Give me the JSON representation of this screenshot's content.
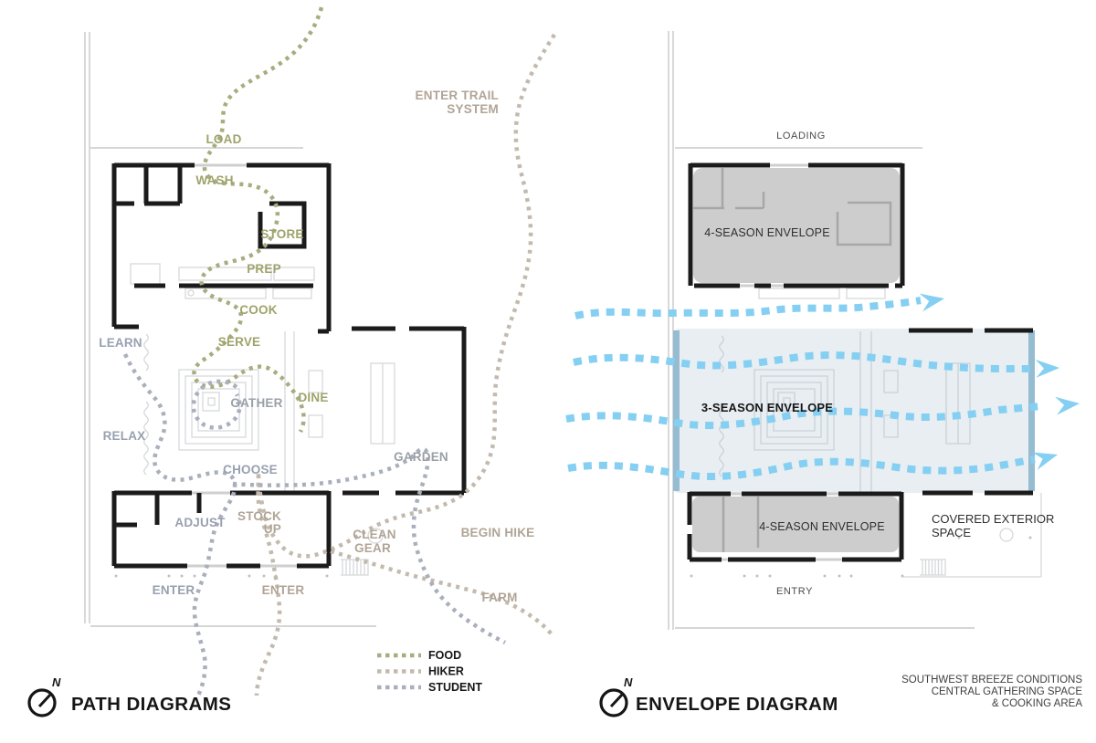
{
  "colors": {
    "food_dots": "#a9ac7e",
    "food_label": "#9fa36b",
    "hiker_dots": "#c3baad",
    "hiker_label": "#b1a496",
    "student_dots": "#a9afbc",
    "student_label": "#98a0b1",
    "neutral_label": "#9aa0a7",
    "breeze": "#84cff2",
    "band_fill": "#e8eef2",
    "band_edge": "#95bcd1",
    "envelope_fill": "#c9c9c9",
    "envelope_line": "#a7a7a7",
    "wall": "#1b1b1b",
    "door": "#cfcfcf",
    "faint": "#d5d8da",
    "faint_band": "#c9d2d9",
    "ink": "#161616",
    "muted_label": "#4b4b4b",
    "dark_label": "#2e2e2e",
    "caption": "#3f3f3f"
  },
  "left": {
    "title": "PATH DIAGRAMS",
    "compass": {
      "north": "N"
    },
    "labels": {
      "load": "LOAD",
      "wash": "WASH",
      "store": "STORE",
      "prep": "PREP",
      "cook": "COOK",
      "serve": "SERVE",
      "dine": "DINE",
      "gather": "GATHER",
      "learn": "LEARN",
      "relax": "RELAX",
      "choose": "CHOOSE",
      "adjust": "ADJUST",
      "stock": "STOCK",
      "up": "UP",
      "clean": "CLEAN",
      "gear": "GEAR",
      "begin_hike": "BEGIN HIKE",
      "farm": "FARM",
      "enter_student": "ENTER",
      "enter_hiker": "ENTER",
      "enter_trail_line1": "ENTER TRAIL",
      "enter_trail_line2": "SYSTEM",
      "garden": "GARDEN"
    },
    "legend": {
      "items": [
        {
          "label": "FOOD"
        },
        {
          "label": "HIKER"
        },
        {
          "label": "STUDENT"
        }
      ]
    }
  },
  "right": {
    "title": "ENVELOPE DIAGRAM",
    "compass": {
      "north": "N"
    },
    "labels": {
      "loading": "LOADING",
      "entry": "ENTRY",
      "envelope_top": "4-SEASON ENVELOPE",
      "envelope_bottom": "4-SEASON ENVELOPE",
      "envelope_mid": "3-SEASON ENVELOPE",
      "covered_line1": "COVERED EXTERIOR",
      "covered_line2": "SPACE"
    },
    "caption": {
      "line1": "SOUTHWEST BREEZE CONDITIONS",
      "line2": "CENTRAL GATHERING SPACE",
      "line3": "& COOKING AREA"
    }
  }
}
